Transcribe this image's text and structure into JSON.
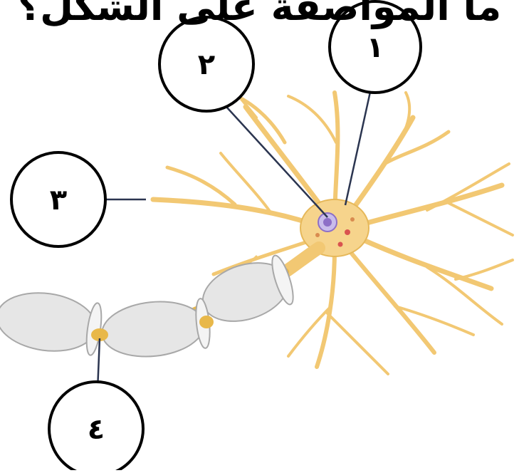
{
  "title": "ما المواصفة على الشكل؟",
  "labels": [
    {
      "id": "1",
      "text": "١"
    },
    {
      "id": "2",
      "text": "٢"
    },
    {
      "id": "3",
      "text": "٣"
    },
    {
      "id": "4",
      "text": "٤"
    }
  ],
  "colors": {
    "dendrite": "#F2C873",
    "dendrite_edge": "#D9A441",
    "myelin": "#E6E6E6",
    "myelin_shadow": "#B8B8B8",
    "node": "#E8B84A",
    "nucleus": "#8D6FC7",
    "leader_line": "#2B3550",
    "outline": "#000000"
  }
}
